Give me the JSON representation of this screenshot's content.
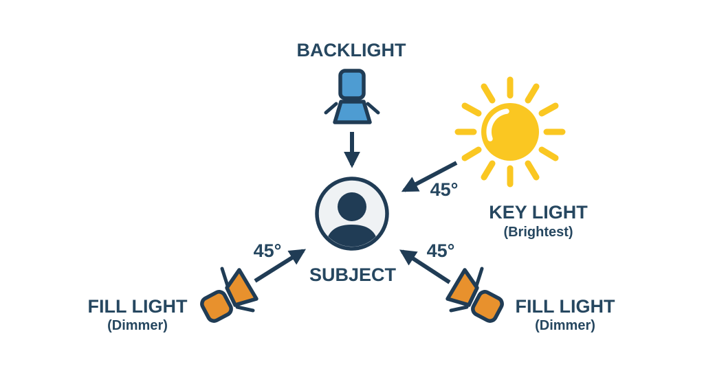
{
  "labels": {
    "backlight": "BACKLIGHT",
    "key_light": "KEY LIGHT",
    "key_light_sub": "(Brightest)",
    "subject": "SUBJECT",
    "fill_left": "FILL LIGHT",
    "fill_left_sub": "(Dimmer)",
    "fill_right": "FILL LIGHT",
    "fill_right_sub": "(Dimmer)",
    "angle_key": "45°",
    "angle_left": "45°",
    "angle_right": "45°"
  },
  "colors": {
    "navy": "#203C55",
    "text-navy": "#264760",
    "blue": "#4E9CD2",
    "yellow": "#FAC722",
    "orange": "#E8912D",
    "subject-fill": "#EFF2F4",
    "background": "#FFFFFF"
  }
}
